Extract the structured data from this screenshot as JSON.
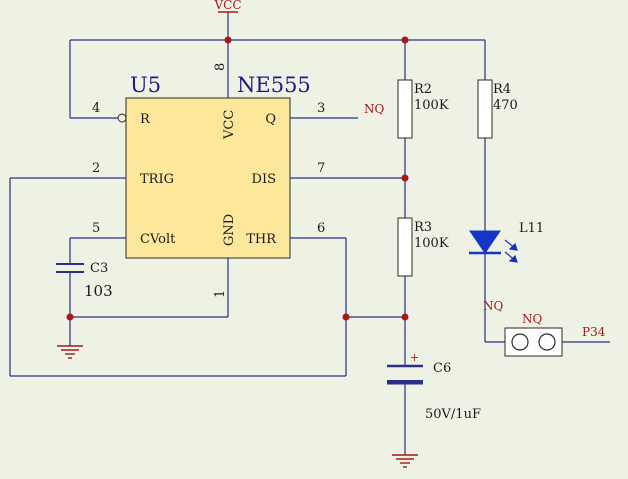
{
  "title": "U5",
  "chip": {
    "part": "NE555",
    "pin_r": "R",
    "pin_q": "Q",
    "pin_trig": "TRIG",
    "pin_dis": "DIS",
    "pin_cvolt": "CVolt",
    "pin_thr": "THR",
    "pin_vcc": "VCC",
    "pin_gnd": "GND"
  },
  "pins": {
    "p8": "8",
    "p4": "4",
    "p3": "3",
    "p2": "2",
    "p7": "7",
    "p5": "5",
    "p6": "6",
    "p1": "1"
  },
  "nets": {
    "vcc": "VCC",
    "nq_q": "NQ",
    "nq_led": "NQ",
    "nq_jumper": "NQ",
    "p34": "P34"
  },
  "r2": {
    "ref": "R2",
    "value": "100K"
  },
  "r3": {
    "ref": "R3",
    "value": "100K"
  },
  "r4": {
    "ref": "R4",
    "value": "470"
  },
  "c3": {
    "ref": "C3",
    "value": "103"
  },
  "c6": {
    "ref": "C6",
    "value": "50V/1uF",
    "polarity": "+"
  },
  "led": {
    "ref": "L11"
  },
  "colors": {
    "wire": "#2b2f86",
    "chip_fill": "#fde79a",
    "net_label": "#a21a1a",
    "background": "#eef2e4"
  }
}
